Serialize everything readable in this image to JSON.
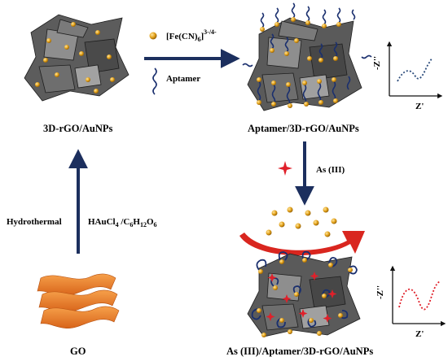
{
  "labels": {
    "rgo_aunps": "3D-rGO/AuNPs",
    "aptamer_rgo": "Aptamer/3D-rGO/AuNPs",
    "final": "As (III)/Aptamer/3D-rGO/AuNPs",
    "go": "GO"
  },
  "reagents": {
    "probe_base": "[Fe(CN)",
    "probe_sub": "6",
    "probe_sup": "3-/4-",
    "aptamer": "Aptamer",
    "arsenic": "As (III)",
    "hydrothermal": "Hydrothermal",
    "haucl_base": "HAuCl",
    "haucl_sub": "4",
    "glucose_prefix": "/C",
    "glucose_sub1": "6",
    "glucose_mid": "H",
    "glucose_sub2": "12",
    "glucose_o": "O",
    "glucose_sub3": "6"
  },
  "eis_plots": [
    {
      "xlabel": "Z'",
      "ylabel": "-Z''",
      "curve_color": "#2a4a7a"
    },
    {
      "xlabel": "Z'",
      "ylabel": "-Z''",
      "curve_color": "#e0202a"
    }
  ],
  "colors": {
    "sheet": "#5c5c5c",
    "sheet_light": "#9a9a9a",
    "gold": "#e3a21a",
    "aptamer": "#1a2f6e",
    "arrow": "#1c2f5e",
    "curve_arrow": "#d9261f",
    "go": "#e87a1e",
    "arsenic": "#e0202a"
  }
}
